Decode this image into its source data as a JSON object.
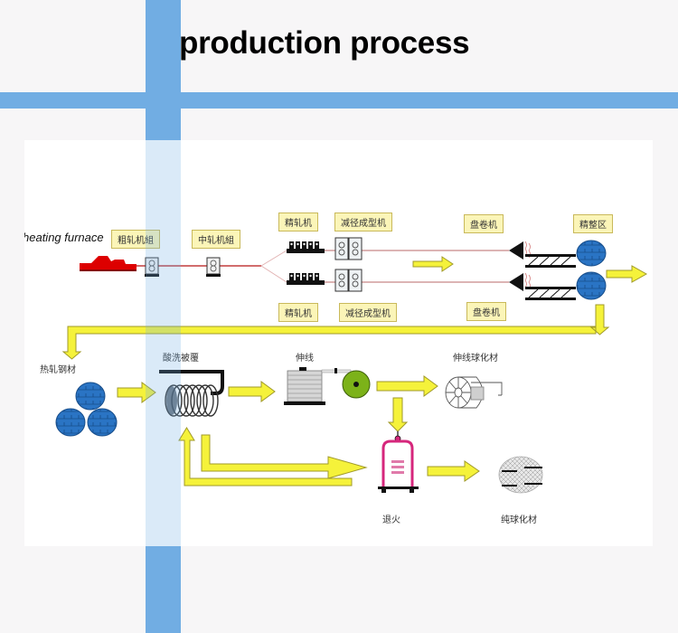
{
  "page": {
    "title": "production process",
    "accent_color": "#71ade3"
  },
  "diagram": {
    "colors": {
      "arrow_fill": "#f5f23a",
      "arrow_stroke": "#a09a2a",
      "coil_blue": "#2a74c4",
      "furnace_red": "#dd0000",
      "rolling_line_red": "#c23b3b",
      "annealing_magenta": "#d6277c",
      "wire_green": "#7cb219"
    },
    "labels": {
      "heating_furnace": "heating furnace",
      "roughing_mill": "粗轧机組",
      "intermediate_mill": "中轧机組",
      "finishing_mill_top": "精轧机",
      "reducing_sizing_top": "减径成型机",
      "coiler_top": "盘卷机",
      "finishing_area": "精整区",
      "finishing_mill_bottom": "精轧机",
      "reducing_sizing_bottom": "减径成型机",
      "coiler_bottom": "盘卷机",
      "hot_rolled_wire": "热轧钢材",
      "pickling_coating": "酸洗被覆",
      "wire_drawing": "伸线",
      "drawn_spheroidized": "伸线球化材",
      "annealing": "退火",
      "spheroidized_material": "纯球化材"
    }
  }
}
